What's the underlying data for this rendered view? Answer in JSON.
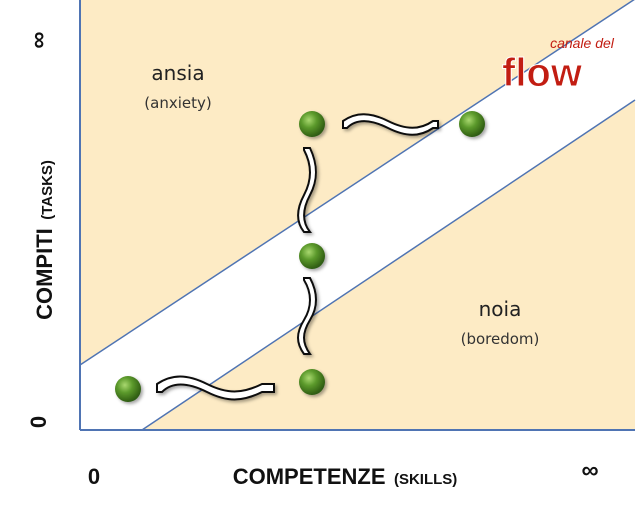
{
  "axes": {
    "y_label_main": "COMPITI",
    "y_label_sub": "(TASKS)",
    "x_label_main": "COMPETENZE",
    "x_label_sub": "(SKILLS)",
    "y_top": "∞",
    "y_bottom": "0",
    "x_left": "0",
    "x_right": "∞"
  },
  "regions": {
    "anxiety_title": "ansia",
    "anxiety_sub": "(anxiety)",
    "boredom_title": "noia",
    "boredom_sub": "(boredom)"
  },
  "flow_channel": {
    "label_small": "canale del",
    "label_big": "flow"
  },
  "colors": {
    "background_region": "#fdebc5",
    "channel": "#ffffff",
    "channel_border": "#4f74b3",
    "node": "#4e8a22",
    "flow_text": "#c21d12"
  }
}
